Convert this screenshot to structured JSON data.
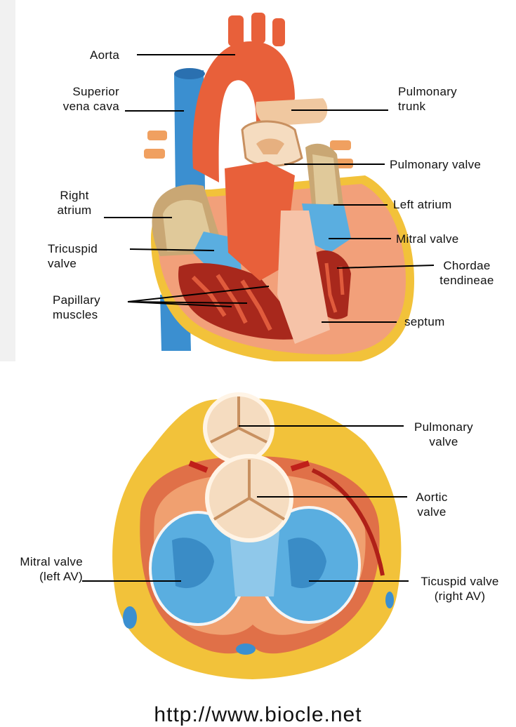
{
  "heart_section": {
    "labels": {
      "aorta": "Aorta",
      "superior_vena_cava": [
        "Superior",
        "vena cava"
      ],
      "pulmonary_trunk": [
        "Pulmonary",
        "trunk"
      ],
      "pulmonary_valve": "Pulmonary valve",
      "right_atrium": [
        "Right",
        "atrium"
      ],
      "left_atrium": "Left atrium",
      "mitral_valve": "Mitral valve",
      "tricuspid_valve": [
        "Tricuspid",
        "valve"
      ],
      "chordae_tendineae": [
        "Chordae",
        "tendineae"
      ],
      "papillary_muscles": [
        "Papillary",
        "muscles"
      ],
      "septum": "septum"
    }
  },
  "valve_section": {
    "labels": {
      "pulmonary_valve": [
        "Pulmonary",
        "valve"
      ],
      "aortic_valve": [
        "Aortic",
        "valve"
      ],
      "mitral_valve": [
        "Mitral valve",
        "(left AV)"
      ],
      "tricuspid_valve": [
        "Ticuspid valve",
        "(right AV)"
      ]
    }
  },
  "footer": {
    "url_text": "http://www.biocle.net"
  },
  "colors": {
    "aorta": "#e8603a",
    "vein_blue": "#3b8fd0",
    "myocardium": "#f2a07a",
    "cavity_dark": "#a8281c",
    "fat_yellow": "#f2c23a",
    "valve_cream": "#f5dcc0",
    "av_blue": "#5aaee0"
  }
}
